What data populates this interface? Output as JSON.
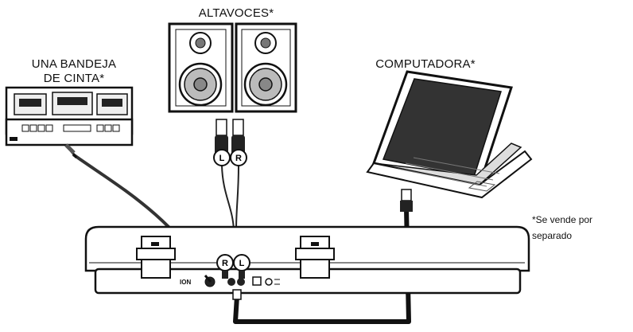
{
  "labels": {
    "tape_deck_line1": "UNA BANDEJA",
    "tape_deck_line2": "DE CINTA*",
    "speakers": "ALTAVOCES*",
    "computer": "COMPUTADORA*"
  },
  "note": {
    "line1": "*Se vende por",
    "line2": "separado"
  },
  "plugs": {
    "left": "L",
    "right": "R"
  },
  "brand": "ION"
}
